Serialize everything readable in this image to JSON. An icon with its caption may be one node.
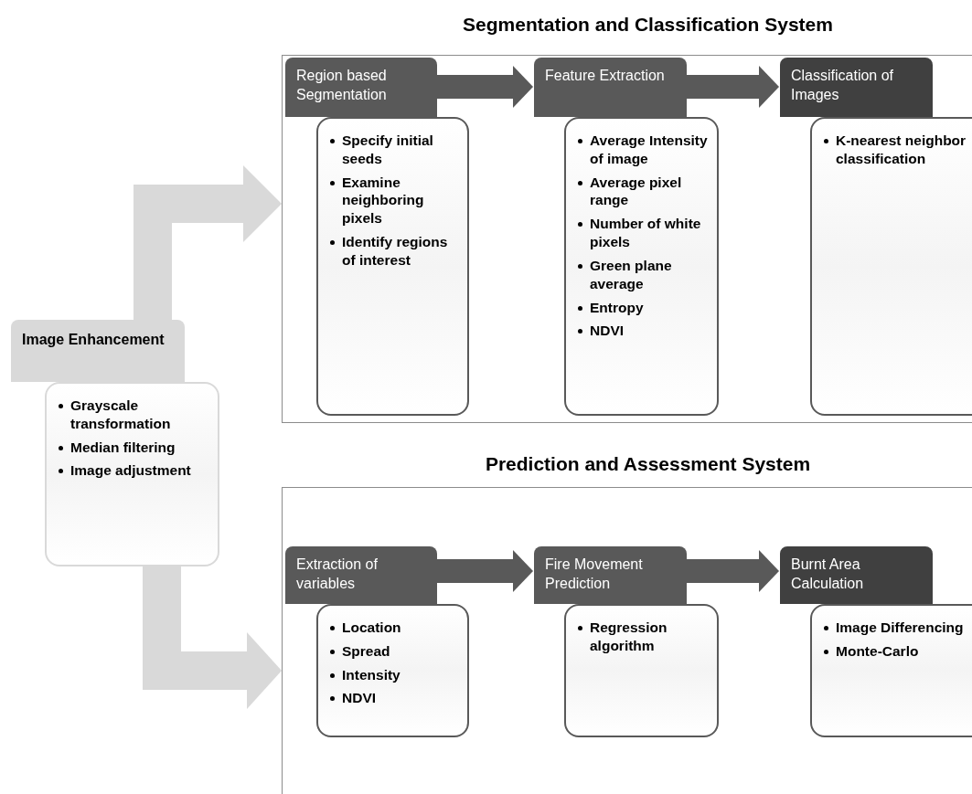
{
  "diagram": {
    "nodes": [
      {
        "text": [
          "Segmentation and Classification System"
        ]
      },
      {
        "text": [
          "Region based Segmentation"
        ],
        "in": 0
      },
      {
        "text": [
          "Specify initial seeds",
          "Examine neighboring pixels",
          "Identify regions of interest"
        ],
        "in": 0
      },
      {
        "text": [
          "Feature Extraction"
        ],
        "in": 0
      },
      {
        "text": [
          "Average Intensity of image",
          "Average pixel range",
          "Number of white pixels",
          "Green plane average",
          "Entropy",
          "NDVI"
        ],
        "in": 0
      },
      {
        "text": [
          "Classification of Images"
        ],
        "in": 0
      },
      {
        "text": [
          "K-nearest neighbor classification"
        ],
        "in": 0
      },
      {
        "text": [
          "Prediction and Assessment System"
        ]
      },
      {
        "text": [
          "Extraction of variables"
        ],
        "in": 7
      },
      {
        "text": [
          "Location",
          "Spread",
          "Intensity",
          "NDVI"
        ],
        "in": 7
      },
      {
        "text": [
          "Fire Movement Prediction"
        ],
        "in": 7
      },
      {
        "text": [
          "Regression algorithm"
        ],
        "in": 7
      },
      {
        "text": [
          "Burnt Area Calculation"
        ],
        "in": 7
      },
      {
        "text": [
          "Image Differencing",
          "Monte-Carlo"
        ],
        "in": 7
      },
      {
        "text": [
          "Image Enhancement"
        ]
      },
      {
        "text": [
          "Grayscale transformation",
          "Median filtering",
          "Image adjustment"
        ]
      }
    ],
    "edges": [
      {
        "from": 1,
        "to": 3,
        "arrow": "to"
      },
      {
        "from": 3,
        "to": 5,
        "arrow": "to"
      },
      {
        "from": 8,
        "to": 10,
        "arrow": "to"
      },
      {
        "from": 10,
        "to": 12,
        "arrow": "to"
      },
      {
        "from": 14,
        "to": 0,
        "arrow": "to",
        "color": "#d9d9d9"
      },
      {
        "from": 15,
        "to": 7,
        "arrow": "to",
        "color": "#d9d9d9"
      }
    ]
  }
}
